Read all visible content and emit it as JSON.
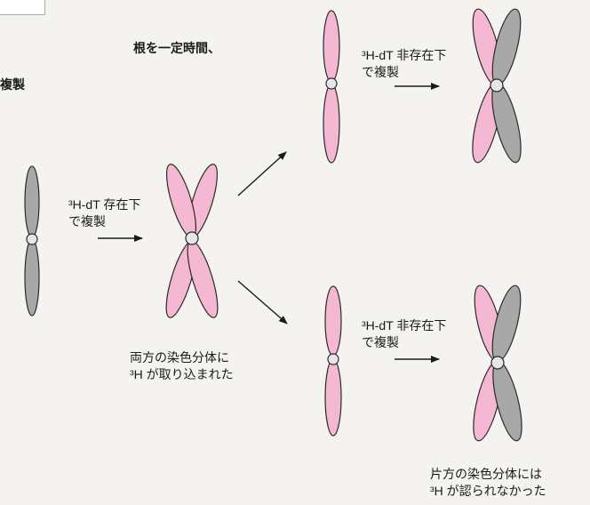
{
  "header": {
    "line1": "根を一定時間、",
    "line2": "複製"
  },
  "step1": {
    "label_line1": "³H-dT 存在下",
    "label_line2": "で複製"
  },
  "step2_top": {
    "label_line1": "³H-dT 非存在下",
    "label_line2": "で複製"
  },
  "step2_bottom": {
    "label_line1": "³H-dT 非存在下",
    "label_line2": "で複製"
  },
  "caption_middle": {
    "line1": "両方の染色分体に",
    "line2": "³H が取り込まれた"
  },
  "caption_bottom": {
    "line1": "片方の染色分体には",
    "line2": "³H が認られなかった"
  },
  "colors": {
    "labeled": "#f4b8d3",
    "unlabeled": "#a8a8a8",
    "outline": "#2a2a2a",
    "centromere": "#e6e6e6"
  }
}
